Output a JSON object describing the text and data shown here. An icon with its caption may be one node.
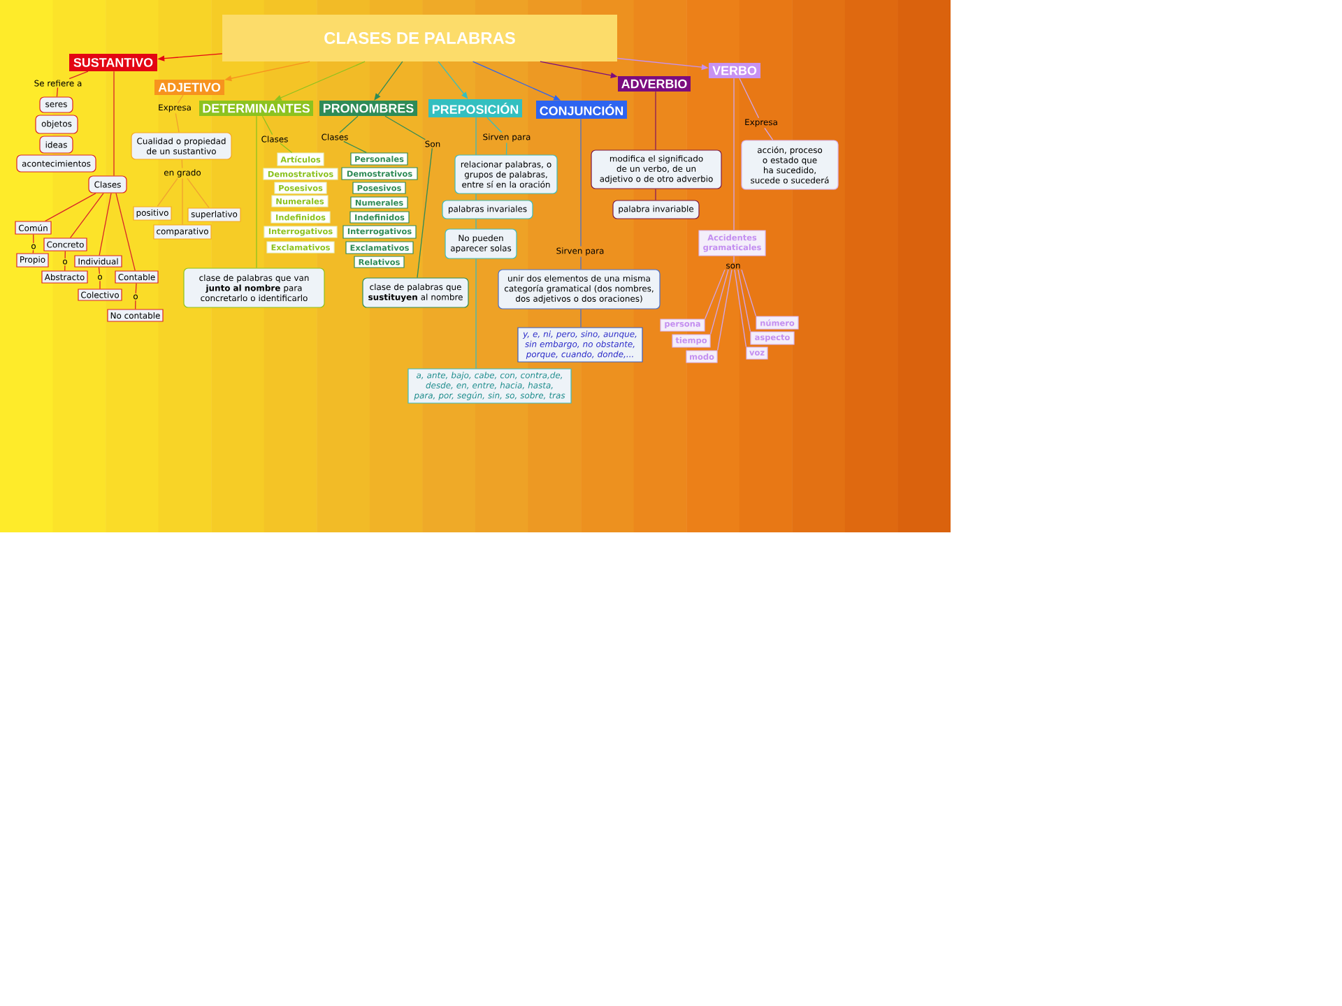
{
  "diagram": {
    "nodes": [
      {
        "text": [
          "CLASES DE PALABRAS"
        ]
      },
      {
        "text": [
          "SUSTANTIVO"
        ]
      },
      {
        "text": [
          "Se refiere a"
        ]
      },
      {
        "text": [
          "seres"
        ]
      },
      {
        "text": [
          "objetos"
        ]
      },
      {
        "text": [
          "ideas"
        ]
      },
      {
        "text": [
          "acontecimientos"
        ]
      },
      {
        "text": [
          "Clases"
        ]
      },
      {
        "text": [
          "Común"
        ]
      },
      {
        "text": [
          "o"
        ]
      },
      {
        "text": [
          "Propio"
        ]
      },
      {
        "text": [
          "Concreto"
        ]
      },
      {
        "text": [
          "o"
        ]
      },
      {
        "text": [
          "Abstracto"
        ]
      },
      {
        "text": [
          "Individual"
        ]
      },
      {
        "text": [
          "o"
        ]
      },
      {
        "text": [
          "Colectivo"
        ]
      },
      {
        "text": [
          "Contable"
        ]
      },
      {
        "text": [
          "o"
        ]
      },
      {
        "text": [
          "No contable"
        ]
      },
      {
        "text": [
          "ADJETIVO"
        ]
      },
      {
        "text": [
          "Expresa"
        ]
      },
      {
        "text": [
          "Cualidad o propiedad de un sustantivo"
        ]
      },
      {
        "text": [
          "en grado"
        ]
      },
      {
        "text": [
          "positivo"
        ]
      },
      {
        "text": [
          "comparativo"
        ]
      },
      {
        "text": [
          "superlativo"
        ]
      },
      {
        "text": [
          "DETERMINANTES"
        ]
      },
      {
        "text": [
          "Clases"
        ]
      },
      {
        "text": [
          "Artículos"
        ]
      },
      {
        "text": [
          "Demostrativos"
        ]
      },
      {
        "text": [
          "Posesivos"
        ]
      },
      {
        "text": [
          "Numerales"
        ]
      },
      {
        "text": [
          "Indefinidos"
        ]
      },
      {
        "text": [
          "Interrogativos"
        ]
      },
      {
        "text": [
          "Exclamativos"
        ]
      },
      {
        "text": [
          "clase de palabras que van **junto al nombre** para concretarlo o identificarlo"
        ]
      },
      {
        "text": [
          "PRONOMBRES"
        ]
      },
      {
        "text": [
          "Clases"
        ]
      },
      {
        "text": [
          "Personales"
        ]
      },
      {
        "text": [
          "Demostrativos"
        ]
      },
      {
        "text": [
          "Posesivos"
        ]
      },
      {
        "text": [
          "Numerales"
        ]
      },
      {
        "text": [
          "Indefinidos"
        ]
      },
      {
        "text": [
          "Interrogativos"
        ]
      },
      {
        "text": [
          "Exclamativos"
        ]
      },
      {
        "text": [
          "Relativos"
        ]
      },
      {
        "text": [
          "Son"
        ]
      },
      {
        "text": [
          "clase de palabras que **sustituyen** al nombre"
        ]
      },
      {
        "text": [
          "PREPOSICIÓN"
        ]
      },
      {
        "text": [
          "Sirven para"
        ]
      },
      {
        "text": [
          "relacionar palabras, o grupos de palabras, entre sí en la oración"
        ]
      },
      {
        "text": [
          "palabras invariales"
        ]
      },
      {
        "text": [
          "No pueden aparecer solas"
        ]
      },
      {
        "text": [
          "a, ante, bajo, cabe, con, contra,de, desde, en, entre, hacia, hasta, para, por, según, sin, so, sobre, tras"
        ]
      },
      {
        "text": [
          "CONJUNCIÓN"
        ]
      },
      {
        "text": [
          "Sirven para"
        ]
      },
      {
        "text": [
          "unir dos elementos de una misma categoría gramatical (dos nombres, dos adjetivos o dos oraciones)"
        ]
      },
      {
        "text": [
          "y, e, ni, pero, sino, aunque, sin embargo, no obstante, porque, cuando, donde,..."
        ]
      },
      {
        "text": [
          "ADVERBIO"
        ]
      },
      {
        "text": [
          "modifica el significado de un verbo, de un adjetivo o de otro adverbio"
        ]
      },
      {
        "text": [
          "palabra invariable"
        ]
      },
      {
        "text": [
          "VERBO"
        ]
      },
      {
        "text": [
          "Expresa"
        ]
      },
      {
        "text": [
          "acción, proceso o estado que ha sucedido, sucede o sucederá"
        ]
      },
      {
        "text": [
          "Accidentes gramaticales"
        ]
      },
      {
        "text": [
          "son"
        ]
      },
      {
        "text": [
          "persona"
        ]
      },
      {
        "text": [
          "tiempo"
        ]
      },
      {
        "text": [
          "modo"
        ]
      },
      {
        "text": [
          "número"
        ]
      },
      {
        "text": [
          "aspecto"
        ]
      },
      {
        "text": [
          "voz"
        ]
      }
    ],
    "edges": [
      {
        "from": 0,
        "to": 1,
        "arrow": "to",
        "color": "#e30613"
      },
      {
        "from": 0,
        "to": 20,
        "arrow": "to",
        "color": "#f7931e"
      },
      {
        "from": 0,
        "to": 27,
        "arrow": "to",
        "color": "#8cc21f"
      },
      {
        "from": 0,
        "to": 37,
        "arrow": "to",
        "color": "#2e8b57"
      },
      {
        "from": 0,
        "to": 49,
        "arrow": "to",
        "color": "#33bfc0"
      },
      {
        "from": 0,
        "to": 55,
        "arrow": "to",
        "color": "#2d64f0"
      },
      {
        "from": 0,
        "to": 59,
        "arrow": "to",
        "color": "#7b0c7e"
      },
      {
        "from": 0,
        "to": 62,
        "arrow": "to",
        "color": "#c792f2"
      },
      {
        "from": 1,
        "to": 2,
        "arrow": "none",
        "color": "#d8232a"
      },
      {
        "from": 2,
        "to": 3,
        "arrow": "none",
        "color": "#d8232a"
      },
      {
        "from": 1,
        "to": 7,
        "arrow": "none",
        "color": "#d8232a"
      },
      {
        "from": 7,
        "to": 8,
        "arrow": "none",
        "color": "#d8232a"
      },
      {
        "from": 7,
        "to": 11,
        "arrow": "none",
        "color": "#d8232a"
      },
      {
        "from": 7,
        "to": 14,
        "arrow": "none",
        "color": "#d8232a"
      },
      {
        "from": 7,
        "to": 17,
        "arrow": "none",
        "color": "#d8232a"
      },
      {
        "from": 8,
        "to": 9,
        "arrow": "none",
        "color": "#d8232a"
      },
      {
        "from": 9,
        "to": 10,
        "arrow": "none",
        "color": "#d8232a"
      },
      {
        "from": 11,
        "to": 12,
        "arrow": "none",
        "color": "#d8232a"
      },
      {
        "from": 12,
        "to": 13,
        "arrow": "none",
        "color": "#d8232a"
      },
      {
        "from": 14,
        "to": 15,
        "arrow": "none",
        "color": "#d8232a"
      },
      {
        "from": 15,
        "to": 16,
        "arrow": "none",
        "color": "#d8232a"
      },
      {
        "from": 17,
        "to": 18,
        "arrow": "none",
        "color": "#d8232a"
      },
      {
        "from": 18,
        "to": 19,
        "arrow": "none",
        "color": "#d8232a"
      },
      {
        "from": 20,
        "to": 21,
        "arrow": "none",
        "color": "#f0a030"
      },
      {
        "from": 21,
        "to": 22,
        "arrow": "none",
        "color": "#f0a030"
      },
      {
        "from": 22,
        "to": 23,
        "arrow": "none",
        "color": "#f0a030"
      },
      {
        "from": 23,
        "to": 24,
        "arrow": "none",
        "color": "#f0a030"
      },
      {
        "from": 23,
        "to": 25,
        "arrow": "none",
        "color": "#f0a030"
      },
      {
        "from": 23,
        "to": 26,
        "arrow": "none",
        "color": "#f0a030"
      },
      {
        "from": 27,
        "to": 28,
        "arrow": "none",
        "color": "#8cc21f"
      },
      {
        "from": 28,
        "to": 29,
        "arrow": "none",
        "color": "#8cc21f"
      },
      {
        "from": 27,
        "to": 36,
        "arrow": "none",
        "color": "#8cc21f"
      },
      {
        "from": 37,
        "to": 38,
        "arrow": "none",
        "color": "#2e8b57"
      },
      {
        "from": 38,
        "to": 39,
        "arrow": "none",
        "color": "#2e8b57"
      },
      {
        "from": 37,
        "to": 47,
        "arrow": "none",
        "color": "#2e8b57"
      },
      {
        "from": 47,
        "to": 48,
        "arrow": "none",
        "color": "#2e8b57"
      },
      {
        "from": 49,
        "to": 50,
        "arrow": "none",
        "color": "#3cbcbc"
      },
      {
        "from": 50,
        "to": 51,
        "arrow": "none",
        "color": "#3cbcbc"
      },
      {
        "from": 49,
        "to": 51,
        "arrow": "none",
        "color": "#3cbcbc"
      },
      {
        "from": 51,
        "to": 52,
        "arrow": "none",
        "color": "#3cbcbc"
      },
      {
        "from": 52,
        "to": 53,
        "arrow": "none",
        "color": "#3cbcbc"
      },
      {
        "from": 53,
        "to": 54,
        "arrow": "none",
        "color": "#3cbcbc"
      },
      {
        "from": 55,
        "to": 56,
        "arrow": "none",
        "color": "#4a6fc8"
      },
      {
        "from": 56,
        "to": 57,
        "arrow": "none",
        "color": "#4a6fc8"
      },
      {
        "from": 57,
        "to": 58,
        "arrow": "none",
        "color": "#4a6fc8"
      },
      {
        "from": 59,
        "to": 60,
        "arrow": "none",
        "color": "#8a1a5a"
      },
      {
        "from": 60,
        "to": 61,
        "arrow": "none",
        "color": "#8a1a5a"
      },
      {
        "from": 62,
        "to": 63,
        "arrow": "none",
        "color": "#d0a6f0"
      },
      {
        "from": 63,
        "to": 64,
        "arrow": "none",
        "color": "#d0a6f0"
      },
      {
        "from": 62,
        "to": 65,
        "arrow": "none",
        "color": "#d0a6f0"
      },
      {
        "from": 65,
        "to": 66,
        "arrow": "none",
        "color": "#d0a6f0"
      },
      {
        "from": 66,
        "to": 67,
        "arrow": "none",
        "color": "#d0a6f0"
      },
      {
        "from": 66,
        "to": 68,
        "arrow": "none",
        "color": "#d0a6f0"
      },
      {
        "from": 66,
        "to": 69,
        "arrow": "none",
        "color": "#d0a6f0"
      },
      {
        "from": 66,
        "to": 70,
        "arrow": "none",
        "color": "#d0a6f0"
      },
      {
        "from": 66,
        "to": 71,
        "arrow": "none",
        "color": "#d0a6f0"
      },
      {
        "from": 66,
        "to": 72,
        "arrow": "none",
        "color": "#d0a6f0"
      }
    ]
  }
}
